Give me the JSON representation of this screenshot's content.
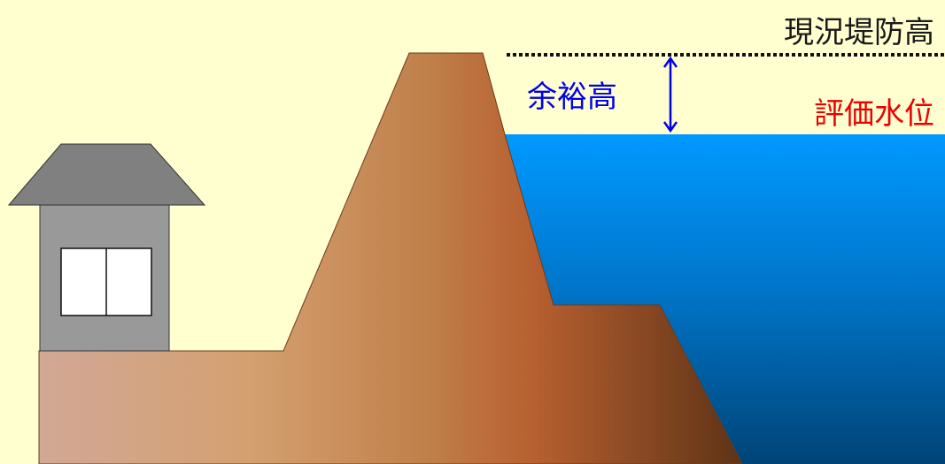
{
  "labels": {
    "crest_height": "現況堤防高",
    "freeboard": "余裕高",
    "design_water_level": "評価水位"
  },
  "colors": {
    "background": "#ffffd0",
    "crest_label": "#1a1a1a",
    "freeboard_label": "#0000ee",
    "water_level_label": "#ee0000",
    "water_top": "#0099ff",
    "water_bottom": "#004477",
    "embankment_light": "#d2a896",
    "embankment_mid": "#b86030",
    "embankment_dark": "#5e3316",
    "house_wall": "#999999",
    "house_roof": "#808080",
    "window": "#ffffff",
    "arrow": "#0000ee"
  },
  "icons": {
    "house": "house-icon",
    "arrow": "double-arrow-icon"
  }
}
